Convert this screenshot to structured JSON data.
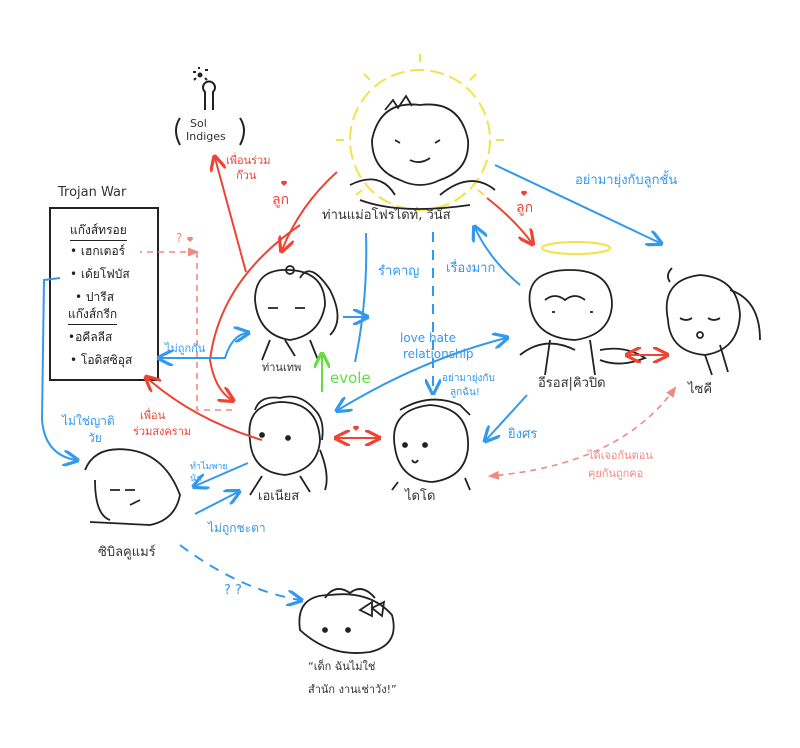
{
  "colors": {
    "friend": "#ee4433",
    "relation": "#3399ee",
    "hint": "#f08a80",
    "evolve": "#66dd44",
    "halo": "#f2e24a",
    "ink": "#222222"
  },
  "sol": {
    "line1": "Sol",
    "line2": "Indiges"
  },
  "trojan": {
    "title": "Trojan War",
    "troy_header": "แก๊งส์ทรอย",
    "troy": [
      "• เฮกเตอร์",
      "• เด้ยโฟบัส",
      "• ปารีส"
    ],
    "greek_header": "แก๊งส์กรีก",
    "greek": [
      "•อคีลลีส",
      "• โอดิสซิอุส"
    ]
  },
  "characters": {
    "venus": "ท่านแม่อโฟรไดท์, วีนัส",
    "god": "ท่านเทพ",
    "eros": "อีรอส|คิวปิด",
    "psyche": "ไซคี",
    "aeneas": "เอเนียส",
    "dido": "ไดโด",
    "sibyl": "ซิบิลคูแมร์"
  },
  "labels": {
    "gang_friend_1": "เพื่อนร่วม",
    "gang_friend_2": "ก๊วน",
    "son_aeneas": "ลูก",
    "son_eros": "ลูก",
    "dont_touch_son": "อย่ามายุ่งกับลูกชั้น",
    "annoying": "รำคาญ",
    "fussy": "เรื่องมาก",
    "love_hate_1": "love hate",
    "love_hate_2": "relationship",
    "dont_touch_2a": "อย่ามายุ่งกับ",
    "dont_touch_2b": "ลูกฉัน!",
    "evolve": "evole",
    "not_get_along": "ไม่ถูกกัน",
    "not_relative_1": "ไม่ใช่ญาติ",
    "not_relative_2": "วัย",
    "war_friend_1": "เพื่อน",
    "war_friend_2": "ร่วมสงคราม",
    "why_1": "ทำไมพาย",
    "why_2": "นัก",
    "no_chemistry": "ไม่ถูกชะตา",
    "shoot_arrow": "ยิงศร",
    "met_1": "ได้เจอกันตอน",
    "met_2": "คุยกันถูกคอ",
    "question_heart": "?",
    "question_marks": "? ?",
    "quote_1": "“เด็ก ฉันไม่ใช่",
    "quote_2": "สำนัก งานเช่าวัง!”"
  }
}
